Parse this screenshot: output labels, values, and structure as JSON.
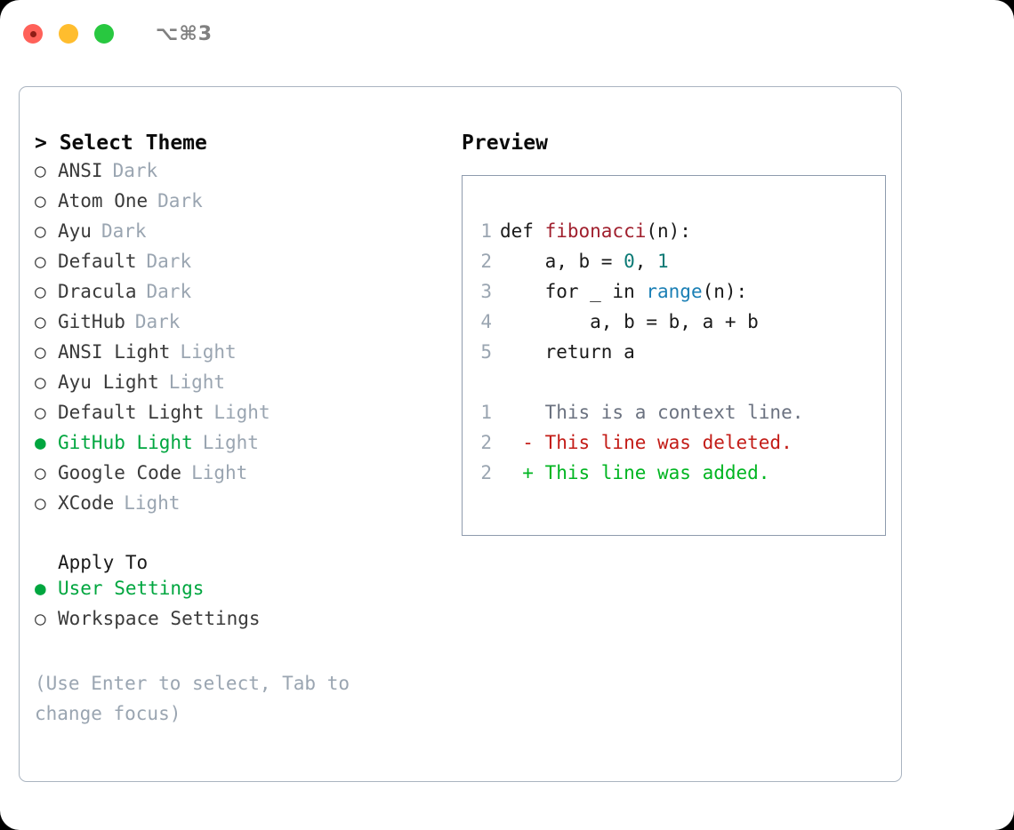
{
  "titlebar": {
    "shortcut": "⌥⌘3",
    "lights": [
      "close",
      "minimize",
      "zoom"
    ]
  },
  "theme_selector": {
    "heading": "> Select Theme",
    "caret": ">",
    "heading_text": "Select Theme",
    "bullet_empty": "○",
    "bullet_filled": "●",
    "items": [
      {
        "name": "ANSI",
        "tag": "Dark",
        "selected": false
      },
      {
        "name": "Atom One",
        "tag": "Dark",
        "selected": false
      },
      {
        "name": "Ayu",
        "tag": "Dark",
        "selected": false
      },
      {
        "name": "Default",
        "tag": "Dark",
        "selected": false
      },
      {
        "name": "Dracula",
        "tag": "Dark",
        "selected": false
      },
      {
        "name": "GitHub",
        "tag": "Dark",
        "selected": false
      },
      {
        "name": "ANSI Light",
        "tag": "Light",
        "selected": false
      },
      {
        "name": "Ayu Light",
        "tag": "Light",
        "selected": false
      },
      {
        "name": "Default Light",
        "tag": "Light",
        "selected": false
      },
      {
        "name": "GitHub Light",
        "tag": "Light",
        "selected": true
      },
      {
        "name": "Google Code",
        "tag": "Light",
        "selected": false
      },
      {
        "name": "XCode",
        "tag": "Light",
        "selected": false
      }
    ]
  },
  "apply_to": {
    "label": "Apply To",
    "items": [
      {
        "name": "User Settings",
        "selected": true
      },
      {
        "name": "Workspace Settings",
        "selected": false
      }
    ]
  },
  "hint": "(Use Enter to select, Tab to change focus)",
  "preview": {
    "heading": "Preview",
    "code": [
      {
        "lineno": "1",
        "tokens": [
          {
            "text": "def ",
            "type": "plain"
          },
          {
            "text": "fibonacci",
            "type": "func"
          },
          {
            "text": "(n):",
            "type": "plain"
          }
        ]
      },
      {
        "lineno": "2",
        "tokens": [
          {
            "text": "    a, b = ",
            "type": "plain"
          },
          {
            "text": "0",
            "type": "num"
          },
          {
            "text": ", ",
            "type": "plain"
          },
          {
            "text": "1",
            "type": "num"
          }
        ]
      },
      {
        "lineno": "3",
        "tokens": [
          {
            "text": "    for _ in ",
            "type": "plain"
          },
          {
            "text": "range",
            "type": "call"
          },
          {
            "text": "(n):",
            "type": "plain"
          }
        ]
      },
      {
        "lineno": "4",
        "tokens": [
          {
            "text": "        a, b = b, a + b",
            "type": "plain"
          }
        ]
      },
      {
        "lineno": "5",
        "tokens": [
          {
            "text": "    return a",
            "type": "plain"
          }
        ]
      }
    ],
    "diff": [
      {
        "lineno": "1",
        "marker": " ",
        "text": "This is a context line.",
        "type": "ctx"
      },
      {
        "lineno": "2",
        "marker": "-",
        "text": "This line was deleted.",
        "type": "del"
      },
      {
        "lineno": "2",
        "marker": "+",
        "text": "This line was added.",
        "type": "add"
      }
    ]
  },
  "colors": {
    "accent_green": "#00a63f",
    "muted": "#9aa5b1",
    "border": "#8e9bad",
    "panel_border": "#aab4c0",
    "func_red": "#a01f2d",
    "call_blue": "#1a7fb5",
    "num_teal": "#0b7a75",
    "diff_delete": "#c31c17",
    "diff_add": "#00b521",
    "light_red": "#ff6159",
    "light_yellow": "#ffbd2e",
    "light_green": "#28c840"
  }
}
